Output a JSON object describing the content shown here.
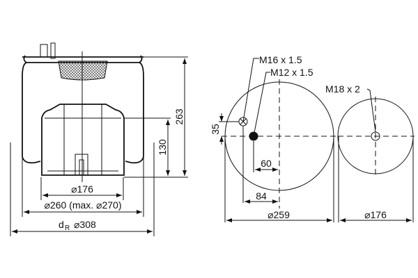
{
  "side_view": {
    "height_total": "263",
    "height_piston": "130",
    "piston_diameter": "⌀176",
    "bellow_diameter": "⌀260 (max. ⌀270)",
    "rolling_diameter_symbol": "d",
    "rolling_diameter_subscript": "R",
    "rolling_diameter": "⌀308"
  },
  "top_plate_view": {
    "thread_air": "M16 x 1.5",
    "thread_stud": "M12 x 1.5",
    "offset_vertical": "35",
    "offset_stud": "60",
    "offset_air": "84",
    "plate_diameter": "⌀259"
  },
  "bottom_view": {
    "thread_center": "M18 x 2",
    "piston_diameter": "⌀176"
  }
}
